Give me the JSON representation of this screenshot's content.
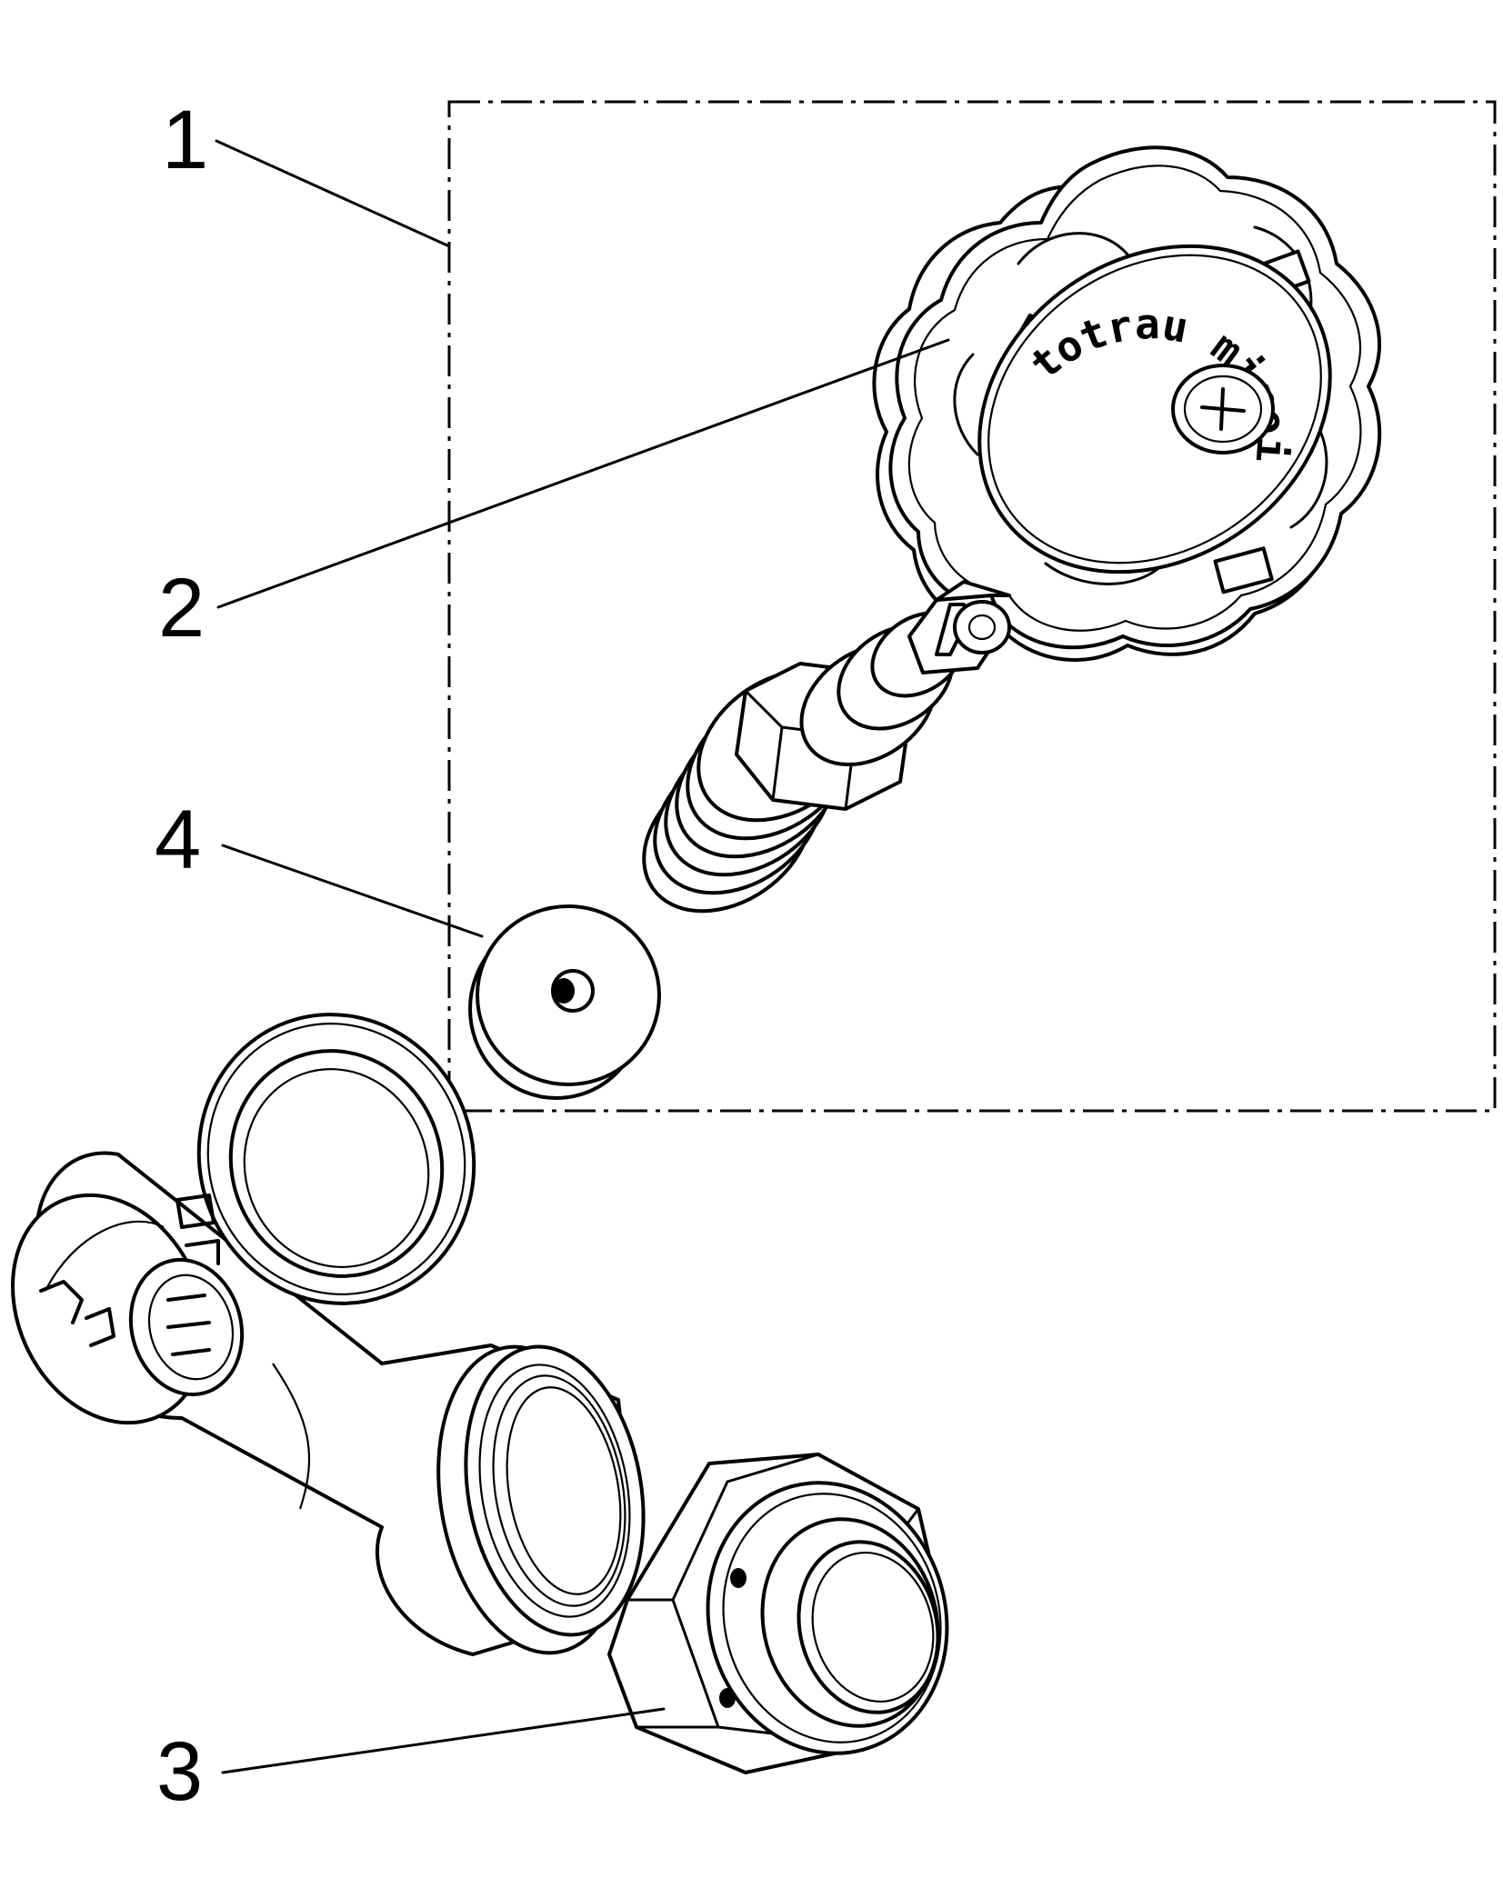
{
  "callouts": [
    {
      "id": "1",
      "label": "1"
    },
    {
      "id": "2",
      "label": "2"
    },
    {
      "id": "3",
      "label": "3"
    },
    {
      "id": "4",
      "label": "4"
    }
  ],
  "knob": {
    "logo_text": "totrau miroi"
  },
  "colors": {
    "line": "#000000",
    "background": "#ffffff"
  }
}
